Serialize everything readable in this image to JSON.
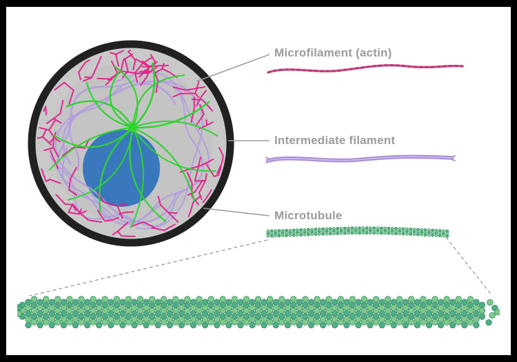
{
  "diagram": {
    "labels": {
      "microfilament": "Microfilament (actin)",
      "intermediate_filament": "Intermediate filament",
      "microtubule": "Microtubule"
    },
    "colors": {
      "background": "#ffffff",
      "frame": "#000000",
      "label_text": "#9b9b9b",
      "pointer_line": "#9b9b9b",
      "dashed_line": "#8e8e8e",
      "cell_fill": "#c9c9c9",
      "cell_fill_inner": "#c4c4c4",
      "cell_outline": "#212121",
      "nucleus": "#3a78bd",
      "cell_green": "#2ed32e",
      "cell_purple": "#b39be0",
      "cell_magenta": "#e0218a",
      "microfilament_pink": "#dc4e8c",
      "microfilament_dark": "#b73b75",
      "intermediate_purple": "#a78bd4",
      "intermediate_light": "#cdbcec",
      "microtubule_green_light": "#7ecb8a",
      "microtubule_green_dark": "#4fae84",
      "microtubule_outline": "#2e7f60"
    }
  }
}
